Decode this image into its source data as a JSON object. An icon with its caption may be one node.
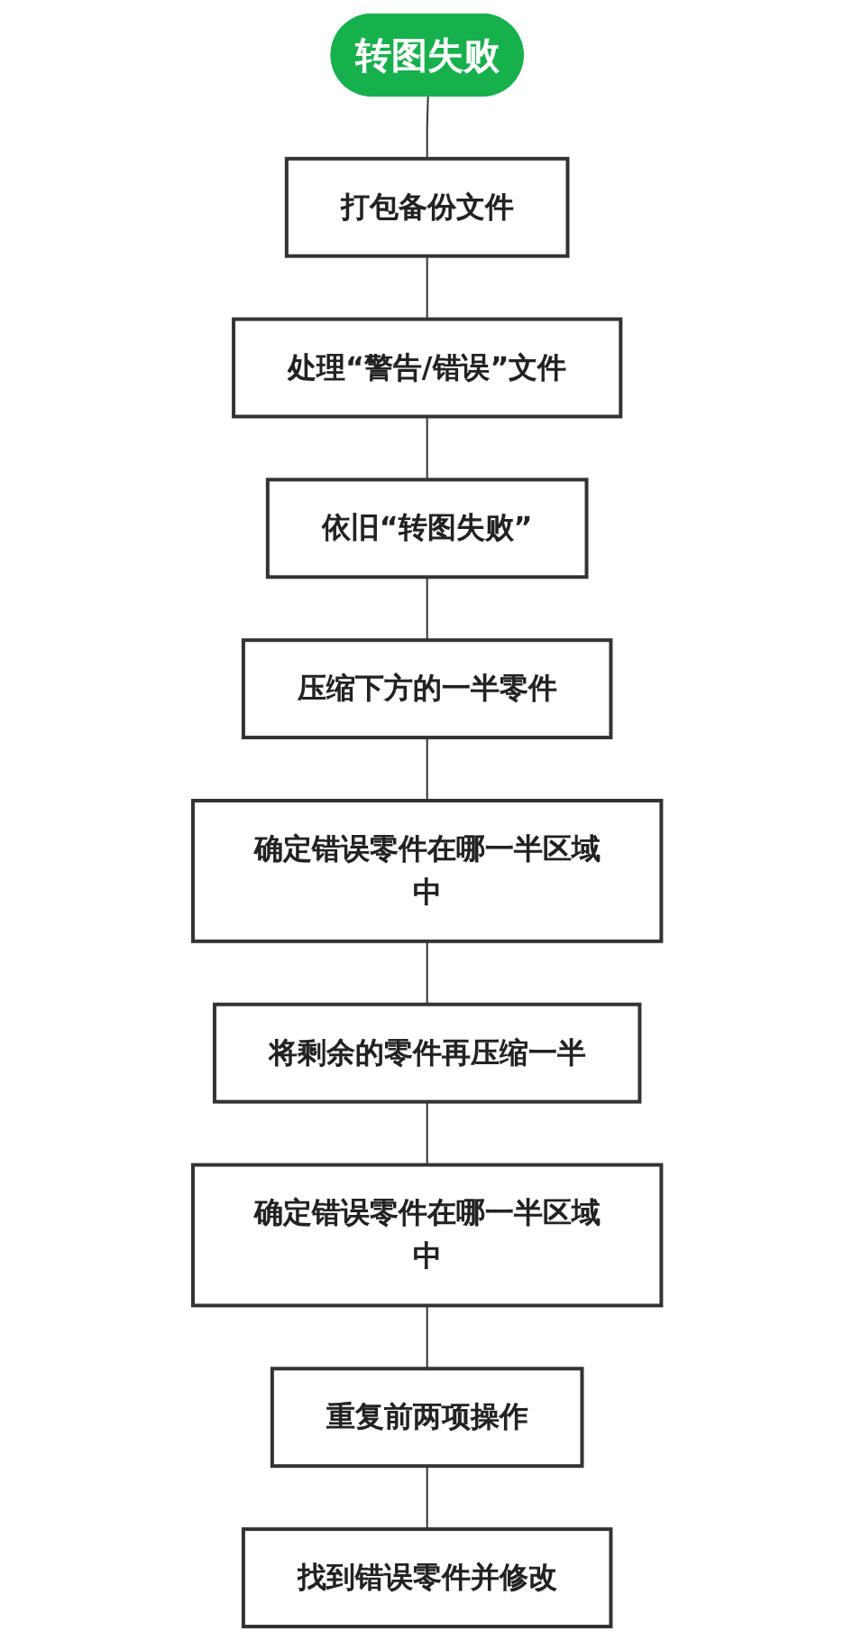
{
  "diagram": {
    "nodes": [
      {
        "text": [
          "转图失败"
        ]
      },
      {
        "text": [
          "打包备份文件"
        ]
      },
      {
        "text": [
          "处理“警告/错误”文件"
        ]
      },
      {
        "text": [
          "依旧“转图失败”"
        ]
      },
      {
        "text": [
          "压缩下方的一半零件"
        ]
      },
      {
        "text": [
          "确定错误零件在哪一半区域中"
        ]
      },
      {
        "text": [
          "将剩余的零件再压缩一半"
        ]
      },
      {
        "text": [
          "确定错误零件在哪一半区域中"
        ]
      },
      {
        "text": [
          "重复前两项操作"
        ]
      },
      {
        "text": [
          "找到错误零件并修改"
        ]
      }
    ],
    "edges": [
      {
        "from": 0,
        "to": 1,
        "arrow": "none"
      },
      {
        "from": 1,
        "to": 2,
        "arrow": "none"
      },
      {
        "from": 2,
        "to": 3,
        "arrow": "none"
      },
      {
        "from": 3,
        "to": 4,
        "arrow": "none"
      },
      {
        "from": 4,
        "to": 5,
        "arrow": "none"
      },
      {
        "from": 5,
        "to": 6,
        "arrow": "none"
      },
      {
        "from": 6,
        "to": 7,
        "arrow": "none"
      },
      {
        "from": 7,
        "to": 8,
        "arrow": "none"
      },
      {
        "from": 8,
        "to": 9,
        "arrow": "none"
      }
    ]
  }
}
